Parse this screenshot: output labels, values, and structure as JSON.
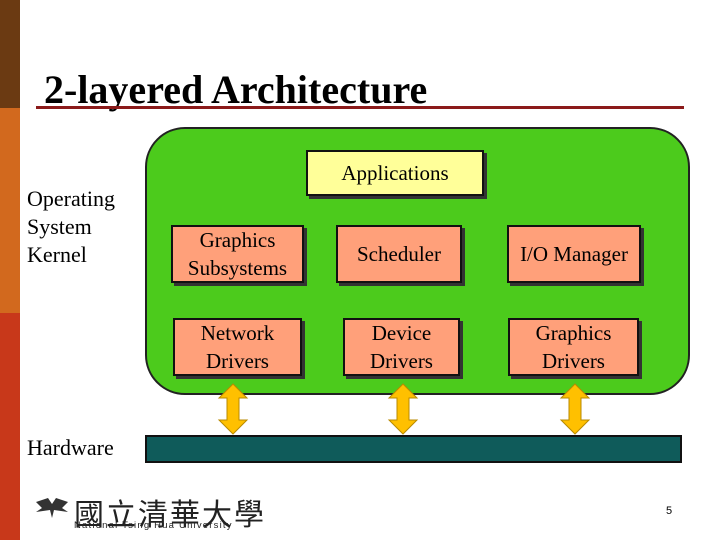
{
  "slide": {
    "title": "2-layered Architecture",
    "os_label": "Operating\nSystem\nKernel",
    "hardware_label": "Hardware",
    "page_number": "5"
  },
  "diagram": {
    "applications": "Applications",
    "row1": [
      "Graphics\nSubsystems",
      "Scheduler",
      "I/O Manager"
    ],
    "row2": [
      "Network\nDrivers",
      "Device\nDrivers",
      "Graphics\nDrivers"
    ]
  },
  "logo": {
    "chinese_name": "國立清華大學",
    "english_name": "National Tsing Hua University"
  },
  "colors": {
    "kernel_fill": "#4CCB1C",
    "box_fill": "#FFA07A",
    "applications_fill": "#FFFF99",
    "hardware_fill": "#0F5B5A",
    "arrow_fill": "#FFC000",
    "title_rule": "#8B1A1A"
  }
}
